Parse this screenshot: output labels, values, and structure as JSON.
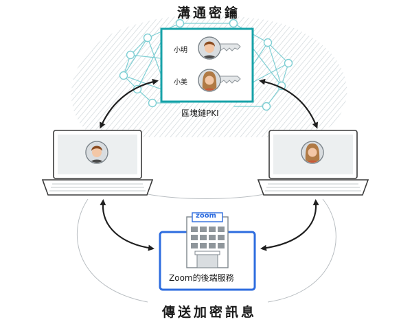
{
  "top_title": "溝通密鑰",
  "key_panel": {
    "user1_name": "小明",
    "user2_name": "小美",
    "caption": "區塊鏈PKI"
  },
  "server": {
    "logo": "zoom",
    "caption": "Zoom的後端服務"
  },
  "bottom_title": "傳送加密訊息",
  "colors": {
    "teal": "#16a2a8",
    "network": "#7fcfd4",
    "zoom_blue": "#2d6cdf",
    "arrow": "#1f1f1f"
  },
  "icons": [
    "person-male-avatar",
    "person-female-avatar",
    "key-icon",
    "laptop-icon",
    "building-icon"
  ]
}
